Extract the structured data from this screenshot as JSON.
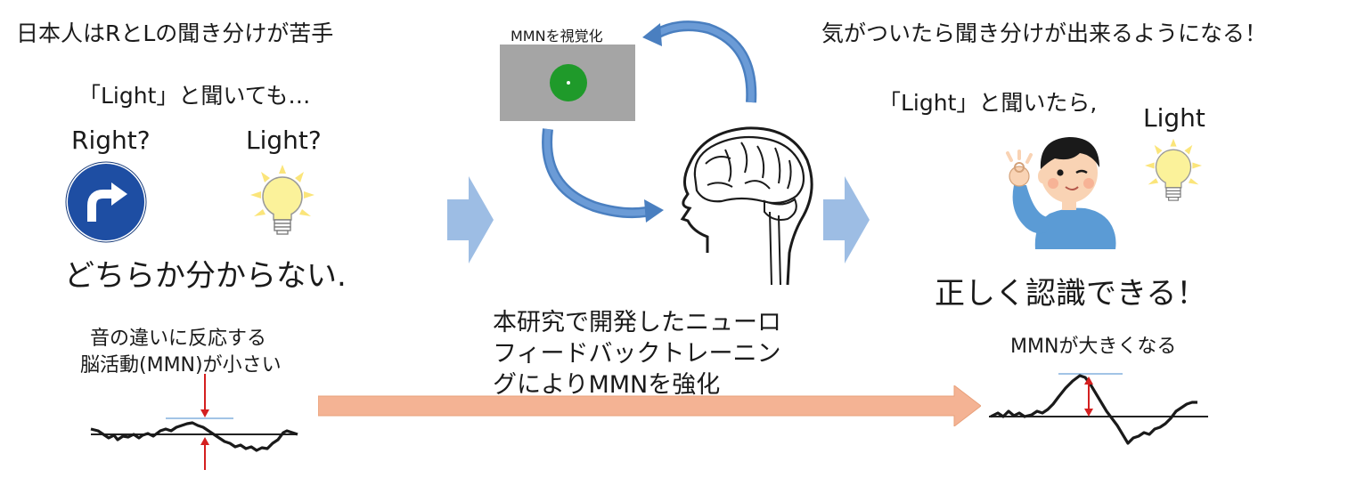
{
  "left": {
    "heading": "日本人はRとLの聞き分けが苦手",
    "prompt": "「Light」と聞いても…",
    "option_right": "Right?",
    "option_light": "Light?",
    "conclusion": "どちらか分からない.",
    "mmn_caption_1": "音の違いに反応する",
    "mmn_caption_2": "脳活動(MMN)が小さい"
  },
  "center": {
    "screen_label": "MMNを視覚化",
    "desc_1": "本研究で開発したニューロ",
    "desc_2": "フィードバックトレーニン",
    "desc_3": "グによりMMNを強化"
  },
  "right": {
    "heading": "気がついたら聞き分けが出来るようになる！",
    "prompt": "「Light」と聞いたら,",
    "word": "Light",
    "conclusion": "正しく認識できる！",
    "mmn_caption": "MMNが大きくなる"
  },
  "colors": {
    "sign_blue": "#1e4ea3",
    "screen_gray": "#a5a5a5",
    "screen_dot": "#1f9a2a",
    "curved_arrow": "#4a7fc0",
    "step_arrow": "#9dbde4",
    "long_arrow": "#f4b394",
    "mmn_marker": "#d42020",
    "baseline_tick": "#6aa0d8",
    "bulb": "#fbf29a",
    "shirt": "#5b9bd5"
  },
  "icons": [
    "right-turn-sign-icon",
    "light-bulb-icon",
    "brain-head-icon",
    "boy-ok-gesture-icon"
  ]
}
